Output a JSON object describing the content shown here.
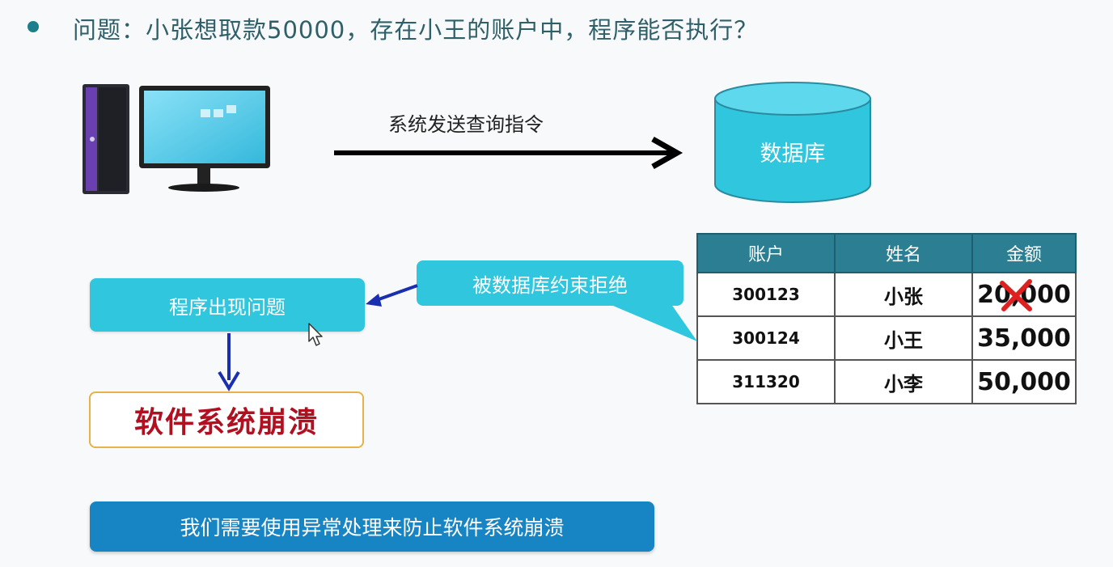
{
  "question": "问题：小张想取款50000，存在小王的账户中，程序能否执行？",
  "query_label": "系统发送查询指令",
  "database_label": "数据库",
  "callout_text": "被数据库约束拒绝",
  "problem_text": "程序出现问题",
  "crash_text": "软件系统崩溃",
  "conclusion_text": "我们需要使用异常处理来防止软件系统崩溃",
  "table": {
    "headers": [
      "账户",
      "姓名",
      "金额"
    ],
    "rows": [
      {
        "account": "300123",
        "name": "小张",
        "amount": "20,000"
      },
      {
        "account": "300124",
        "name": "小王",
        "amount": "35,000"
      },
      {
        "account": "311320",
        "name": "小李",
        "amount": "50,000"
      }
    ]
  },
  "icons": {
    "computer": "desktop-computer-icon",
    "database": "database-cylinder-icon",
    "cross": "red-cross-icon",
    "cursor": "mouse-cursor-icon"
  },
  "colors": {
    "cyan_box": "#2fc6de",
    "table_header": "#2c7f92",
    "banner": "#1784c4",
    "crash_text": "#b01020",
    "crash_border": "#e8b24a",
    "arrow_blue": "#1a2fb0"
  }
}
